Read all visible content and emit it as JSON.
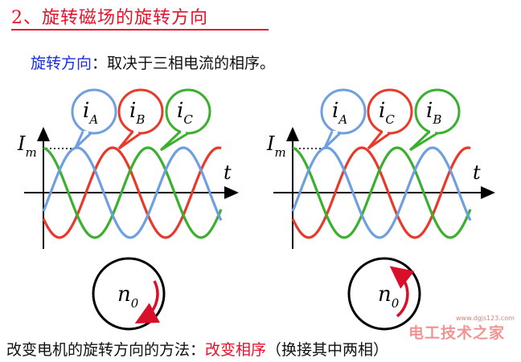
{
  "title": "2、旋转磁场的旋转方向",
  "subtitle": {
    "label": "旋转方向",
    "text": "：取决于三相电流的相序。"
  },
  "left_diagram": {
    "amplitude_label": "I",
    "amplitude_sub": "m",
    "time_label": "t",
    "bubbles": [
      {
        "main": "i",
        "sub": "A",
        "color": "#6e9fe0"
      },
      {
        "main": "i",
        "sub": "B",
        "color": "#e83a2a"
      },
      {
        "main": "i",
        "sub": "C",
        "color": "#3ab02e"
      }
    ],
    "motor": {
      "main": "n",
      "sub": "0",
      "direction": "clockwise"
    }
  },
  "right_diagram": {
    "amplitude_label": "I",
    "amplitude_sub": "m",
    "time_label": "t",
    "bubbles": [
      {
        "main": "i",
        "sub": "A",
        "color": "#6e9fe0"
      },
      {
        "main": "i",
        "sub": "C",
        "color": "#e83a2a"
      },
      {
        "main": "i",
        "sub": "B",
        "color": "#3ab02e"
      }
    ],
    "motor": {
      "main": "n",
      "sub": "0",
      "direction": "counterclockwise"
    }
  },
  "bottom": {
    "prefix": "改变电机的旋转方向的方法：",
    "highlight": "改变相序",
    "suffix": "（换接其中两相）"
  },
  "watermark": {
    "text": "电工技术之家",
    "url": "www.dgjs123.com"
  },
  "colors": {
    "title": "#e8102a",
    "accent_blue": "#1a2ee0",
    "wave_blue": "#6e9fe0",
    "wave_red": "#e83a2a",
    "wave_green": "#3ab02e",
    "arrow_red": "#d8102a"
  }
}
